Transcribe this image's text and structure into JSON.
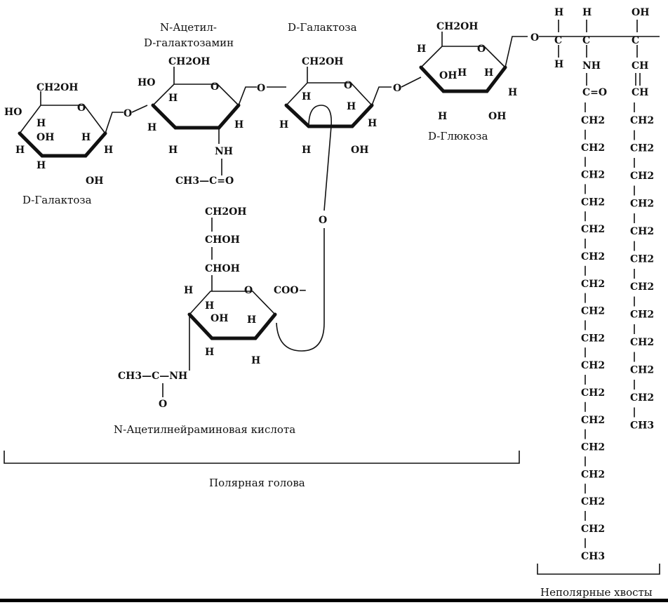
{
  "labels": {
    "galactose_left": "D-Галактоза",
    "acetylgalactosamine_line1": "N-Ацетил-",
    "acetylgalactosamine_line2": "D-галактозамин",
    "galactose_middle": "D-Галактоза",
    "glucose": "D-Глюкоза",
    "sialic_acid": "N-Ацетилнейраминовая кислота",
    "polar_head": "Полярная голова",
    "nonpolar_tails": "Неполярные хвосты"
  },
  "atoms": {
    "ch2oh": "CH2OH",
    "oh": "OH",
    "ho": "HO",
    "h": "H",
    "o": "O",
    "nh": "NH",
    "n_h": "N H",
    "c": "C",
    "ch3": "CH3",
    "ch2": "CH2",
    "chch": "CH",
    "choh": "CHOH",
    "coo": "COO−",
    "ch3_c_o": "CH3—C=O",
    "ch3_c": "CH3—C—NH",
    "eq_o": "=O",
    "o_single": "O"
  },
  "ceramide": {
    "top_h1": "H",
    "top_h2": "H",
    "top_oh": "OH",
    "nh": "NH",
    "c_eq_o": "C=O"
  },
  "chains": {
    "fatty_acid_ch2_count": 16,
    "sphingosine_ch2_count": 11
  }
}
